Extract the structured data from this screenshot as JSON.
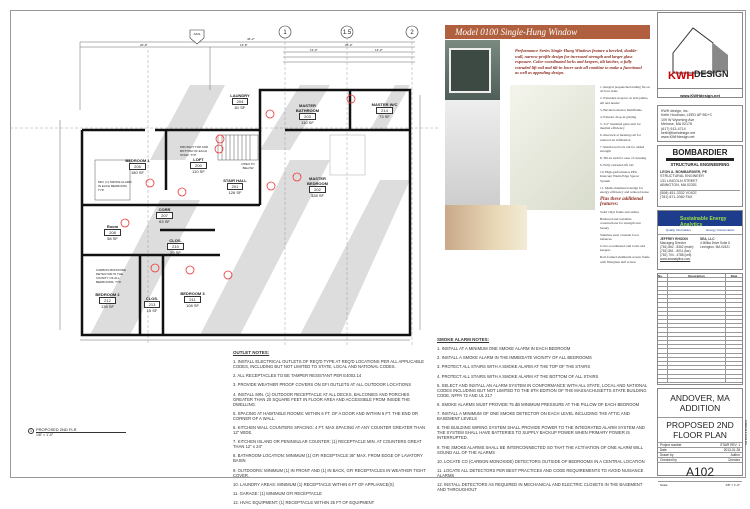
{
  "sheet": {
    "view_ref": "A201",
    "view_ref_sub": "1",
    "grid_lines": [
      "1",
      "1.5",
      "2"
    ],
    "overall_dim": "46'-2\"",
    "dims": [
      "20'-8\"",
      "13'-8\"",
      "26'-0\"",
      "13'-0\"",
      "13'-0\""
    ]
  },
  "rooms": [
    {
      "name": "LAUNDRY",
      "num": "204",
      "area": "81 SF"
    },
    {
      "name": "MASTER BATHROOM",
      "num": "203",
      "area": "110 SF"
    },
    {
      "name": "MASTER W/C",
      "num": "214",
      "area": "73 SF"
    },
    {
      "name": "BEDROOM 1",
      "num": "205",
      "area": "180 SF"
    },
    {
      "name": "LOFT",
      "num": "200",
      "area": "110 SF"
    },
    {
      "name": "STAIR HALL",
      "num": "201",
      "area": "126 SF"
    },
    {
      "name": "MASTER BEDROOM",
      "num": "202",
      "area": "328 SF"
    },
    {
      "name": "CORR",
      "num": "207",
      "area": "63 SF"
    },
    {
      "name": "Room",
      "num": "208",
      "area": "58 SF"
    },
    {
      "name": "CLOS.",
      "num": "210",
      "area": "29 SF"
    },
    {
      "name": "BEDROOM 2",
      "num": "212",
      "area": "135 SF"
    },
    {
      "name": "CLOS.",
      "num": "213",
      "area": "15 SF"
    },
    {
      "name": "BEDROOM 3",
      "num": "211",
      "area": "108 SF"
    }
  ],
  "plan_notes": {
    "open_to_below": "OPEN TO BELOW",
    "smoke_note_1": "MIN. (1) SMOKE ALARM IN EACH BEDROOM, TYP.",
    "smoke_note_2": "CARBON MONOXIDE DETECTOR IN THE VICINITY OF ALL BEDROOMS, TYP.",
    "stair_note": "PROTECT TOP AND BOTTOM OF EACH STAIR, TYP."
  },
  "view_title": {
    "number": "1",
    "name": "PROPOSED 2ND FLR",
    "scale": "1/8\" = 1'-0\""
  },
  "outlet_notes": {
    "title": "OUTLET NOTES:",
    "items": [
      "1. INSTALL ELECTRICAL OUTLETS OF REQ'D TYPE AT REQ'D LOCATIONS PER ALL APPLICABLE CODES, INCLUDING BUT NOT LIMITED TO STATE, LOCAL AND NATIONAL CODES.",
      "2. ALL RECEPTACLES TO BE TAMPER RESISTANT PER E4002.14",
      "3. PROVIDE WEATHER PROOF COVERS ON GFI OUTLETS AT ALL OUTDOOR LOCATIONS",
      "4. INSTALL MIN. (1) OUTDOOR RECEPTACLE AT ALL DECKS, BALCONIES AND PORCHES GREATER THAN 20 SQUARE FEET IN FLOOR AREA AND ACCESSIBLE FROM INSIDE THE DWELLING.",
      "5. SPACING AT HABITABLE ROOMS: WITHIN 6 FT. OF A DOOR AND WITHIN 6 FT. THE END OR CORNER OF A WALL.",
      "6. KITCHEN WALL COUNTERS SPACING: 4 FT. MAX SPACING AT ANY COUNTER GREATER THAN 12\" WIDE.",
      "7. KITCHEN ISLAND OR PENINSULAR COUNTER: (1) RECEPTACLE MIN. AT COUNTERS GREAT THAN 12\" x 24\"",
      "8. BATHROOM LOCATION: MINIMUM (1) GFI RECEPTACLE 36\" MAX. FROM EDGE OF LAVATORY BASIN",
      "9. OUTDOORS: MINIMUM (1) IN FRONT AND (1) IN BACK, GFI RECEPTACLES IN WEATHER TIGHT COVER.",
      "10. LAUNDRY AREAS: MINIMUM (1) RECEPTACLE WITHIN 6 FT OF APPLIANCE(S)",
      "11. GARAGE: (1) MINIMUM GFI RECEPTACLE",
      "12. HVAC EQUIPMENT: (1) RECEPTACLE WITHIN 25 FT OF EQUIPMENT"
    ]
  },
  "smoke_notes": {
    "title": "SMOKE ALARM NOTES:",
    "items": [
      "1. INSTALL AT A MINIMUM ONE SMOKE ALARM IN EACH BEDROOM",
      "2. INSTALL A SMOKE ALARM IN THE IMMEDIATE VICINITY OF ALL BEDROOMS",
      "3. PROTECT ALL STAIRS WITH A SMOKE ALARM AT THE TOP OF THE STAIRS",
      "4. PROTECT ALL STAIRS WITH A SMOKE ALARM AT THE BOTTOM OF ALL STAIRS",
      "5. SELECT AND INSTALL AN ALARM SYSTEM IN CONFORMANCE WITH ALL STATE, LOCAL AND NATIONAL CODES INCLUDING BUT NOT LIMITED TO THE 8TH EDITION OF THE MASSACHUSETTS STATE BUILDING CODE, NFPA 72 AND UL 217",
      "6. SMOKE ALARMS MUST PROVIDE 75 dB MINIMUM PRESSURE AT THE PILLOW OF EACH BEDROOM",
      "7. INSTALL A MINIMUM OF ONE SMOKE DETECTOR ON EACH LEVEL INCLUDING THE ATTIC AND BASEMENT LEVELS",
      "8. THE BUILDING WIRING SYSTEM SHALL PROVIDE POWER TO THE INTEGRATED ALARM SYSTEM AND THE SYSTEM SHALL HAVE BATTERIES TO SUPPLY BACKUP POWER WHEN PRIMARY POWER IS INTERRUPTED.",
      "9. THE SMOKE ALARMS SHALL BE INTERCONNECTED SO THAT THE ACTIVATION OF ONE ALARM WILL SOUND ALL OF THE ALARMS",
      "10. LOCATE CO (CARBON MONOXIDE) DETECTORS OUTSIDE OF BEDROOMS IN A CENTRAL LOCATION",
      "11. LOCATE ALL DETECTORS PER BEST PRACTICES AND CODE REQUIREMENTS TO AVOID NUISANCE ALARMS",
      "12. INSTALL DETECTORS AS REQUIRED IN MECHANICAL AND ELECTRIC CLOSETS IN THE BASEMENT AND THROUGHOUT"
    ]
  },
  "brochure": {
    "title": "Model 0100 Single-Hung Window",
    "intro": "Performance Series Single-Hung Windows feature a beveled, double-wall, narrow-profile design for increased strength and larger glass exposure. Color-coordinated locks and keepers, tilt latches, a fully extruded lift rail and tilt-in lower sash all combine to make a functional as well as appealing design.",
    "features": [
      "1. Integral prepunched nailing fin on all four sides",
      "2. Extruded receptor on side jambs, sill and header",
      "3. Beveled exterior multiframe",
      "4. Exterior drop-in glazing",
      "5. 3/4\" insulated glass unit for thermal efficiency",
      "6. Interlock at meeting rail for reduced air infiltration",
      "7. Reinforced lock rail for added strength",
      "8. Tilt-in sash for ease of cleaning",
      "9. Fully extruded lift rail",
      "10. High-performance PPG Intercept Warm-Edge Spacer System",
      "11. Multi-chambered design for energy efficiency and reduced noise"
    ],
    "additional_title": "Plus these additional features:",
    "additional": [
      "Solid vinyl frame and sashes",
      "Balanced and weldable constructions for strength and beauty",
      "Stainless steel constant force balances",
      "Color-coordinated cam locks and keepers",
      "Roll-formed aluminum screen frame with fiberglass half screen"
    ]
  },
  "titleblock": {
    "firm_logo": "KWHDESIGN",
    "firm_url": "www.KWHdesign.net",
    "firm_info": [
      "KWH design, inc.",
      "Keith Houlman, LEED AP BD+C",
      "109 W Wyoming Ave",
      "Melrose, MA 02176",
      "(617) 913-4714",
      "keith@kwhdesign.net",
      "www.KWHdesign.net"
    ],
    "eng_logo": "BOMBARDIER",
    "eng_sub": "STRUCTURAL ENGINEERING",
    "eng_info": [
      "LEON A. BOMBARDIER, PE",
      "STRUCTURAL ENGINEER",
      "131 LINCOLN STREET",
      "ABINGTON, MA 02351"
    ],
    "eng_phone": [
      "(508) 451-3332 VOICE",
      "(781) 871-2082 FAX"
    ],
    "energy_logo": "Sustainable Energy Analytics",
    "energy_tag1": "Quality Information",
    "energy_tag2": "Energy Conservation",
    "energy_info1": [
      "JEFFREY RHODIN",
      "Managing Director",
      "(781) 862 - 8362 (main)",
      "(781) 861 - 8011 (fax)",
      "(781) 704 - 4788 (cell)",
      "www.seanalytics.com"
    ],
    "energy_info2": [
      "SEA, LLC",
      "4 Militia Drive Suite 6",
      "Lexington, MA 02421"
    ],
    "rev_headers": [
      "No.",
      "Description",
      "Date"
    ],
    "project": "ANDOVER, MA ADDITION",
    "sheet_title": "PROPOSED 2ND FLOOR PLAN",
    "fields": [
      {
        "label": "Project number",
        "value": "STAIR REV. 1"
      },
      {
        "label": "Date",
        "value": "2013-01-28"
      },
      {
        "label": "Drawn by",
        "value": "Author"
      },
      {
        "label": "Checked by",
        "value": "Checker"
      }
    ],
    "sheet_number": "A102",
    "scale_label": "Scale",
    "scale": "1/8\" = 1'-0\"",
    "side_stamp": "1/28/2013 4:00:54 PM"
  }
}
